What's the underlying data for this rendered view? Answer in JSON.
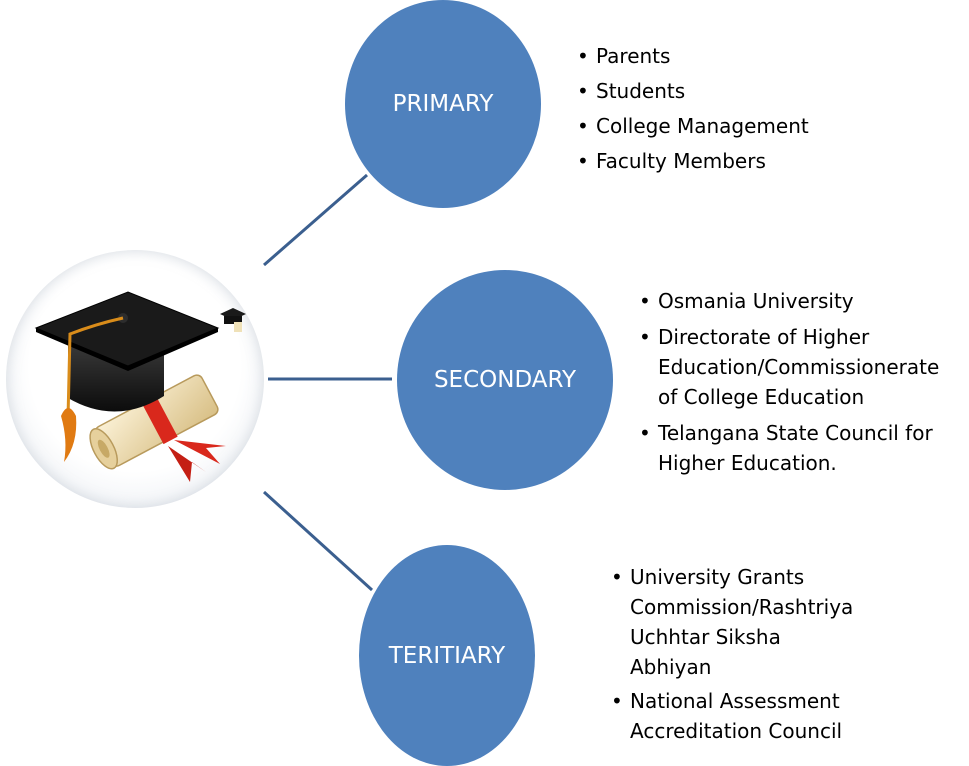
{
  "colors": {
    "node_fill": "#4f81bd",
    "connector": "#3b5f8f",
    "text": "#000000"
  },
  "hub": {
    "icon": "graduation-cap-and-diploma-icon"
  },
  "nodes": {
    "primary": {
      "label": "PRIMARY",
      "items": [
        "Parents",
        "Students",
        "College Management",
        "Faculty Members"
      ]
    },
    "secondary": {
      "label": "SECONDARY",
      "items": [
        "Osmania University",
        "Directorate of Higher\nEducation/Commissionerate\nof College Education",
        "Telangana State Council for\nHigher Education."
      ]
    },
    "tertiary": {
      "label": "TERITIARY",
      "items": [
        "University Grants\nCommission/Rashtriya\nUchhtar Siksha\nAbhiyan",
        "National Assessment\nAccreditation Council"
      ]
    }
  }
}
